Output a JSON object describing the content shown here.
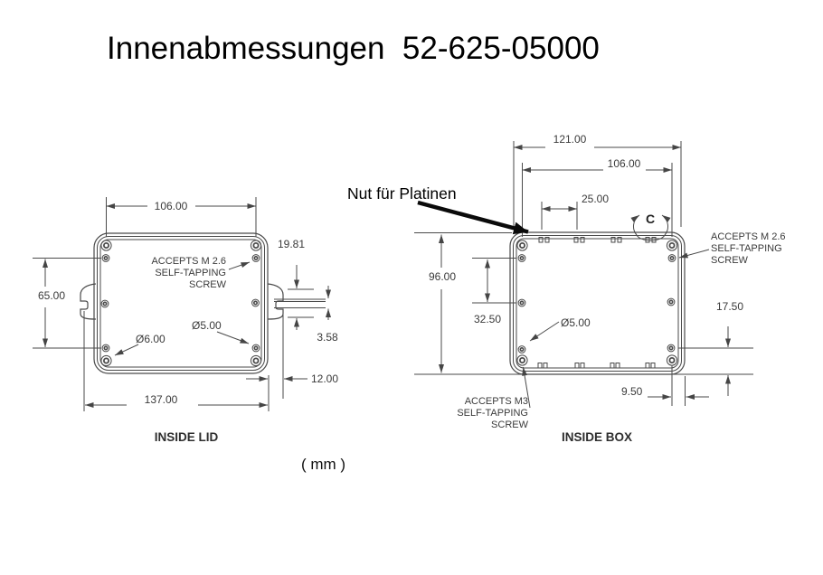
{
  "title": "Innenabmessungen  52-625-05000",
  "units_label": "( mm )",
  "pcb_groove_note": "Nut für Platinen",
  "lid": {
    "caption": "INSIDE LID",
    "screw_note": [
      "ACCEPTS M 2.6",
      "SELF-TAPPING",
      "SCREW"
    ],
    "dim_width_top": "106.00",
    "dim_height": "65.00",
    "dim_width_overall": "137.00",
    "dim_wing": "19.81",
    "dim_groove": "3.58",
    "dim_groove_offset": "12.00",
    "dia_corner_hole": "Ø6.00",
    "dia_pilot_hole": "Ø5.00"
  },
  "box": {
    "caption": "INSIDE BOX",
    "screw_note_m26": [
      "ACCEPTS M 2.6",
      "SELF-TAPPING",
      "SCREW"
    ],
    "screw_note_m3": [
      "ACCEPTS M3",
      "SELF-TAPPING",
      "SCREW"
    ],
    "dim_width_outer": "121.00",
    "dim_width_holes": "106.00",
    "dim_slot_pitch": "25.00",
    "dim_height": "96.00",
    "dim_hole_spacing": "32.50",
    "dia_pilot_hole": "Ø5.00",
    "dim_side": "17.50",
    "dim_corner": "9.50",
    "detail_label": "C"
  },
  "colors": {
    "line": "#4a4a4a",
    "text": "#3a3a3a",
    "title": "#000000"
  }
}
